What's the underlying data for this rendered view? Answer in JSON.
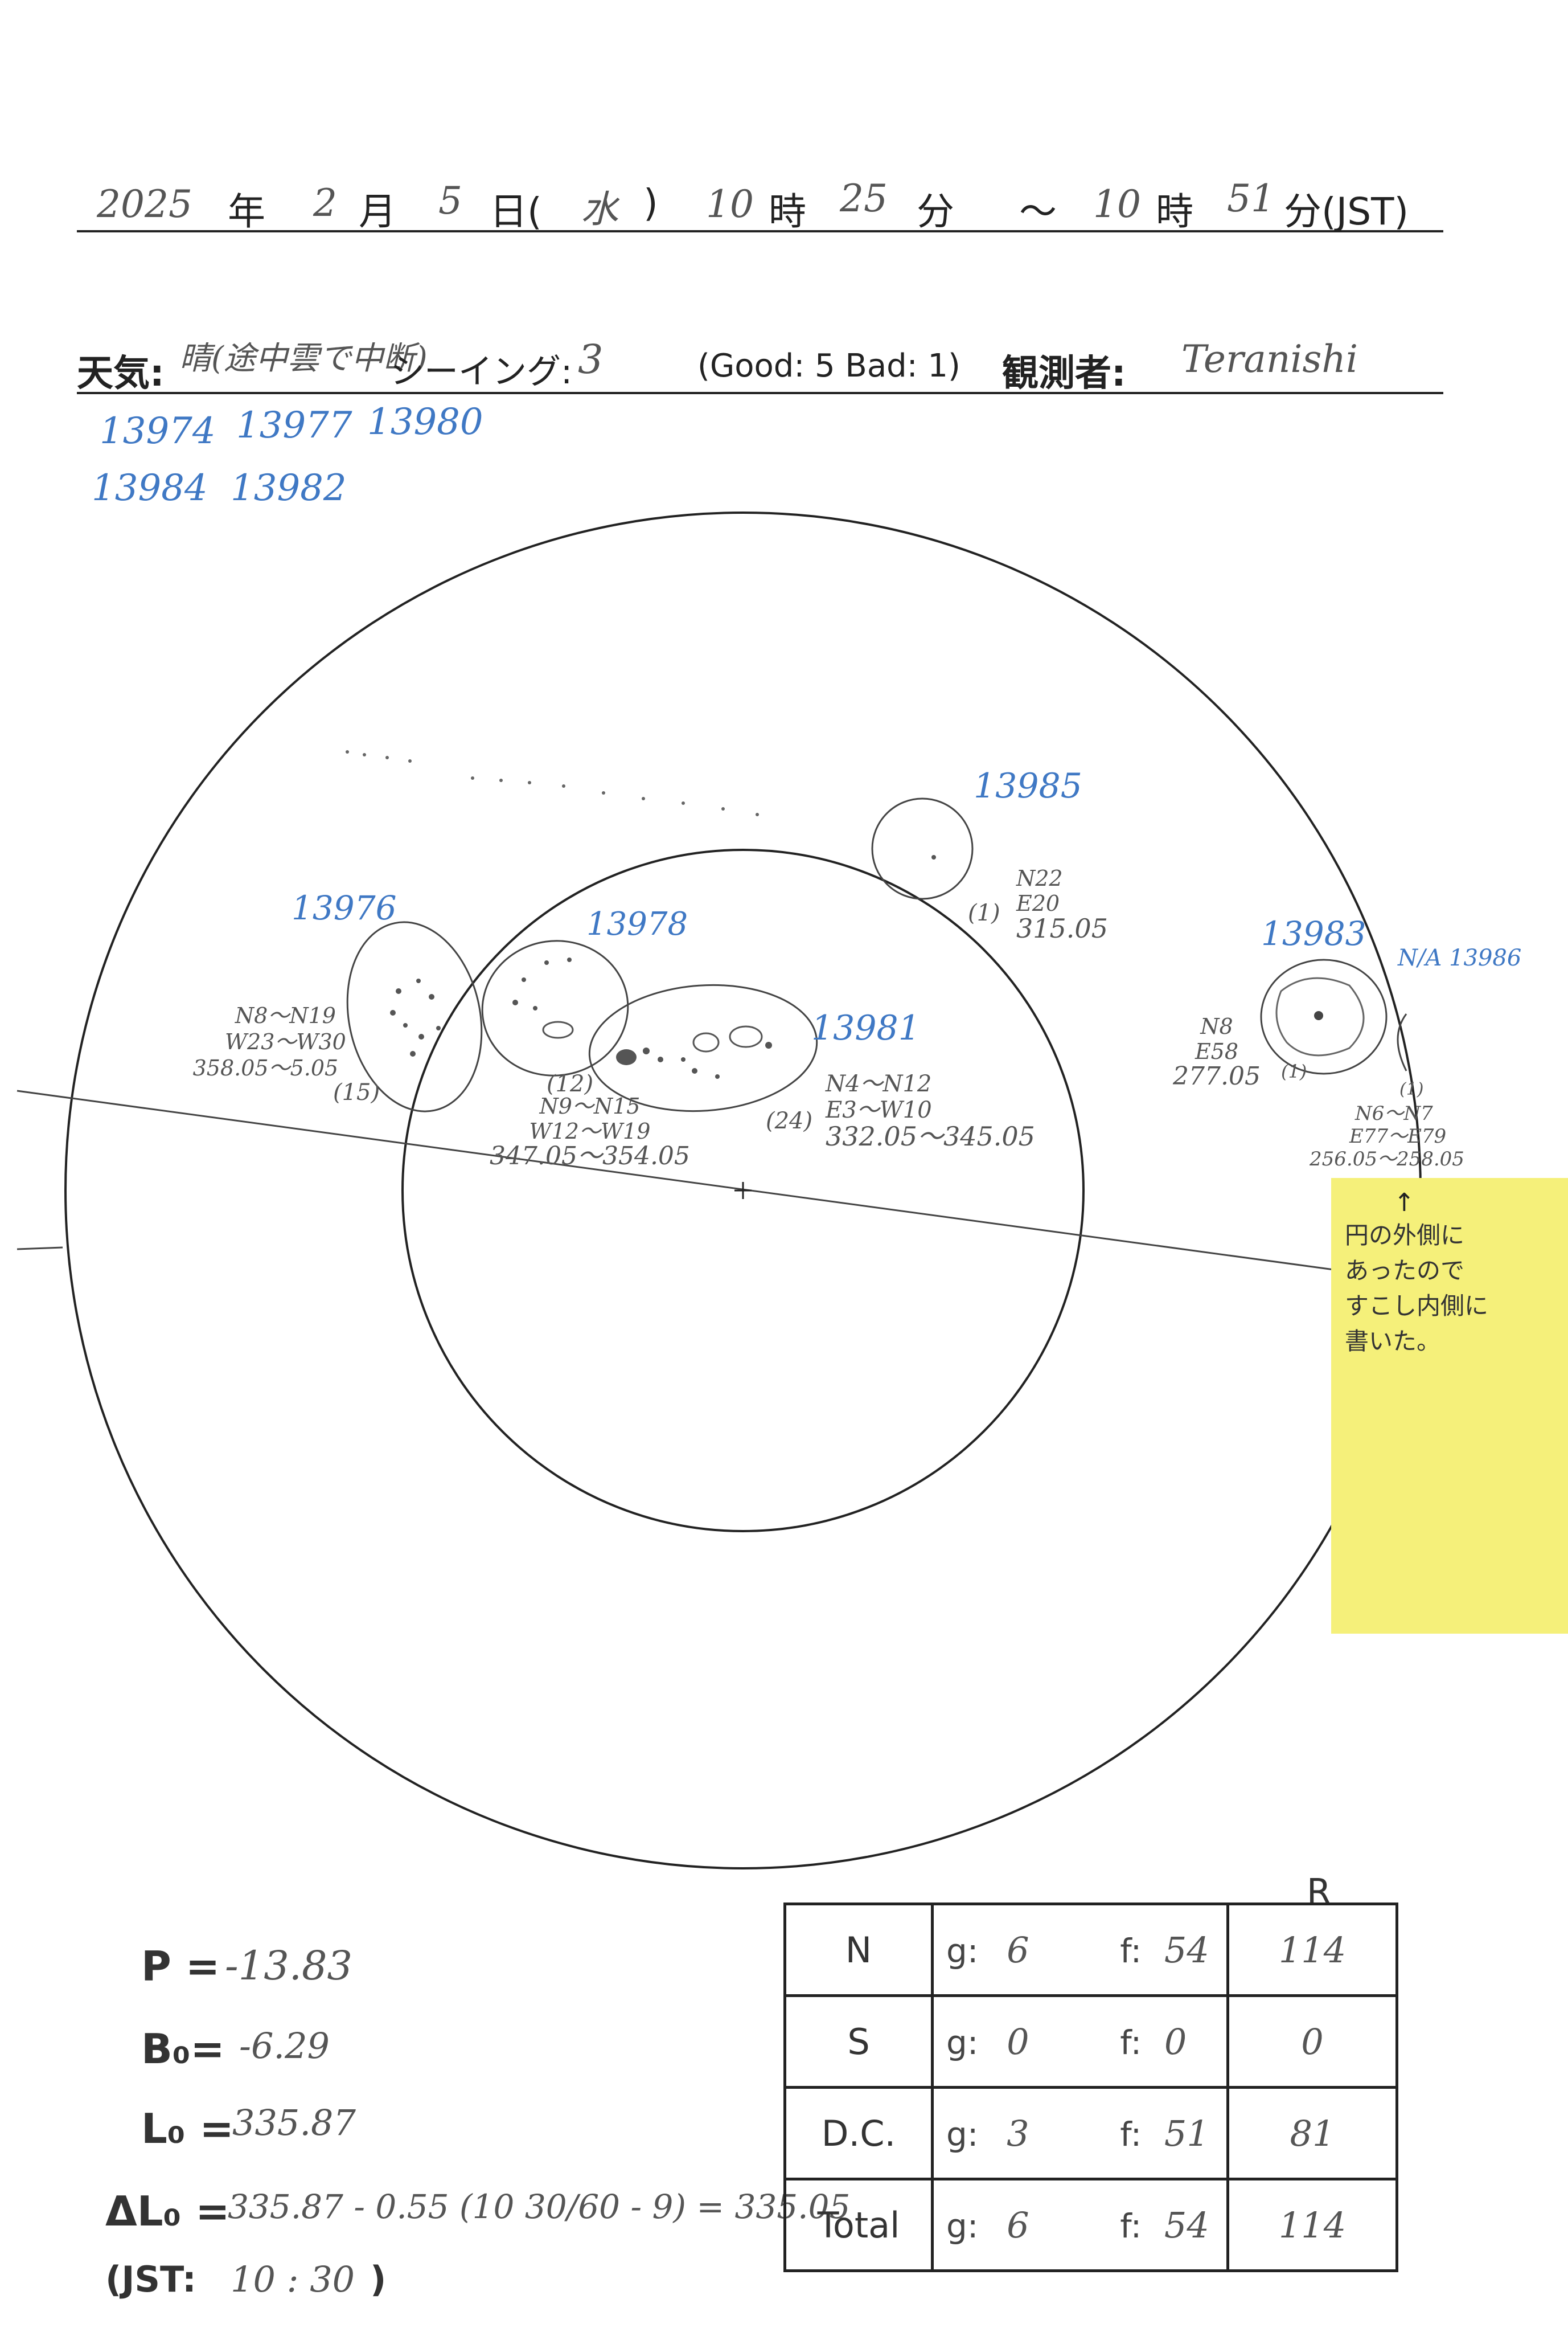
{
  "header": {
    "year": "2025",
    "year_kanji": "年",
    "month": "2",
    "month_kanji": "月",
    "day": "5",
    "day_kanji": "日(",
    "weekday": "水",
    "paren_close": ")",
    "hour_start": "10",
    "hour_kanji": "時",
    "min_start": "25",
    "min_kanji": "分",
    "tilde": "〜",
    "hour_end": "10",
    "min_end": "51",
    "tz": "分(JST)"
  },
  "weather_row": {
    "weather_label": "天気:",
    "weather_value": "晴(途中雲で中断)",
    "seeing_label": "シーイング:",
    "seeing_value": "3",
    "seeing_scale": "(Good: 5  Bad: 1)",
    "observer_label": "観測者:",
    "observer_value": "Teranishi"
  },
  "region_list": {
    "row1": [
      "13974",
      "13977",
      "13980"
    ],
    "row2": [
      "13984",
      "13982"
    ]
  },
  "groups": [
    {
      "id": "13976",
      "count": "(15)",
      "lat": "N8〜N19",
      "lon": "W23〜W30",
      "cm": "358.05〜5.05"
    },
    {
      "id": "13978",
      "count": "(12)",
      "lat": "N9〜N15",
      "lon": "W12〜W19",
      "cm": "347.05〜354.05"
    },
    {
      "id": "13981",
      "count": "(24)",
      "lat": "N4〜N12",
      "lon": "E3〜W10",
      "cm": "332.05〜345.05"
    },
    {
      "id": "13985",
      "count": "(1)",
      "lat": "N22",
      "lon": "E20",
      "cm": "315.05"
    },
    {
      "id": "13983",
      "count": "(1)",
      "lat": "N8",
      "lon": "E58",
      "cm": "277.05"
    },
    {
      "id": "N/A 13986",
      "count": "(1)",
      "lat": "N6〜N7",
      "lon": "E77〜E79",
      "cm": "256.05〜258.05"
    }
  ],
  "sticky_note": {
    "arrow": "↑",
    "text": "円の外側に\nあったので\nすこし内側に\n書いた。"
  },
  "params": {
    "p_label": "P =",
    "p_value": "-13.83",
    "b_label": "B₀=",
    "b_value": "-6.29",
    "l_label": "L₀ =",
    "l_value": "335.87",
    "dl_label": "ΔL₀ =",
    "dl_value": "335.87 - 0.55 (10 30/60 - 9) = 335.05",
    "jst_label": "(JST:",
    "jst_value": "10 : 30",
    "jst_close": ")"
  },
  "table": {
    "r_header": "R",
    "g_label": "g:",
    "f_label": "f:",
    "rows": [
      {
        "name": "N",
        "g": "6",
        "f": "54",
        "r": "114"
      },
      {
        "name": "S",
        "g": "0",
        "f": "0",
        "r": "0"
      },
      {
        "name": "D.C.",
        "g": "3",
        "f": "51",
        "r": "81"
      },
      {
        "name": "Total",
        "g": "6",
        "f": "54",
        "r": "114"
      }
    ]
  }
}
